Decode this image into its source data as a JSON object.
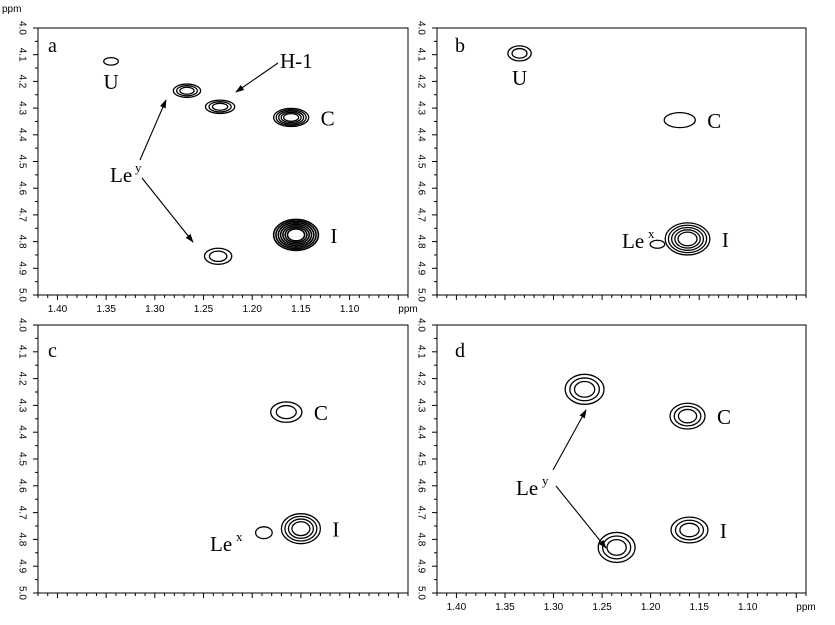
{
  "chart_data": [
    {
      "type": "contour",
      "panel": "a",
      "xlabel": "",
      "ylabel": "ppm",
      "xlim": [
        1.42,
        1.04
      ],
      "ylim": [
        4.0,
        5.0
      ],
      "x_ticks": [
        "1.40",
        "1.35",
        "1.30",
        "1.25",
        "1.20",
        "1.15",
        "1.10",
        "ppm"
      ],
      "y_ticks": [
        "4.0",
        "4.1",
        "4.2",
        "4.3",
        "4.4",
        "4.5",
        "4.6",
        "4.7",
        "4.8",
        "4.9",
        "5.0"
      ],
      "peaks": [
        {
          "label": "U",
          "x": 1.345,
          "y": 4.125,
          "rx": 0.0075,
          "ry": 0.014,
          "levels": 1
        },
        {
          "label": "",
          "x": 1.267,
          "y": 4.235,
          "rx": 0.014,
          "ry": 0.025,
          "levels": 3
        },
        {
          "label": "",
          "x": 1.233,
          "y": 4.295,
          "rx": 0.015,
          "ry": 0.025,
          "levels": 3
        },
        {
          "label": "C",
          "x": 1.16,
          "y": 4.335,
          "rx": 0.018,
          "ry": 0.034,
          "levels": 5
        },
        {
          "label": "",
          "x": 1.235,
          "y": 4.855,
          "rx": 0.014,
          "ry": 0.03,
          "levels": 2
        },
        {
          "label": "I",
          "x": 1.155,
          "y": 4.775,
          "rx": 0.023,
          "ry": 0.058,
          "levels": 7
        }
      ],
      "annotations": [
        {
          "text": "H-1",
          "sup": ""
        },
        {
          "text": "Le",
          "sup": "y"
        }
      ]
    },
    {
      "type": "contour",
      "panel": "b",
      "xlabel": "",
      "ylabel": "",
      "xlim": [
        1.42,
        1.04
      ],
      "ylim": [
        4.0,
        5.0
      ],
      "x_ticks": [],
      "y_ticks": [
        "4.0",
        "4.1",
        "4.2",
        "4.3",
        "4.4",
        "4.5",
        "4.6",
        "4.7",
        "4.8",
        "4.9",
        "5.0"
      ],
      "peaks": [
        {
          "label": "U",
          "x": 1.335,
          "y": 4.095,
          "rx": 0.012,
          "ry": 0.028,
          "levels": 2
        },
        {
          "label": "C",
          "x": 1.17,
          "y": 4.345,
          "rx": 0.016,
          "ry": 0.028,
          "levels": 1
        },
        {
          "label": "",
          "x": 1.193,
          "y": 4.81,
          "rx": 0.0075,
          "ry": 0.015,
          "levels": 1
        },
        {
          "label": "I",
          "x": 1.162,
          "y": 4.79,
          "rx": 0.023,
          "ry": 0.06,
          "levels": 5
        }
      ],
      "annotations": [
        {
          "text": "Le",
          "sup": "x"
        }
      ]
    },
    {
      "type": "contour",
      "panel": "c",
      "xlabel": "",
      "ylabel": "",
      "xlim": [
        1.42,
        1.04
      ],
      "ylim": [
        4.0,
        5.0
      ],
      "x_ticks": [],
      "y_ticks": [
        "4.0",
        "4.1",
        "4.2",
        "4.3",
        "4.4",
        "4.5",
        "4.6",
        "4.7",
        "4.8",
        "4.9",
        "5.0"
      ],
      "peaks": [
        {
          "label": "C",
          "x": 1.165,
          "y": 4.325,
          "rx": 0.016,
          "ry": 0.038,
          "levels": 2
        },
        {
          "label": "",
          "x": 1.188,
          "y": 4.775,
          "rx": 0.0085,
          "ry": 0.022,
          "levels": 1
        },
        {
          "label": "I",
          "x": 1.15,
          "y": 4.76,
          "rx": 0.02,
          "ry": 0.056,
          "levels": 4
        }
      ],
      "annotations": [
        {
          "text": "Le",
          "sup": "x"
        }
      ]
    },
    {
      "type": "contour",
      "panel": "d",
      "xlabel": "",
      "ylabel": "",
      "xlim": [
        1.42,
        1.04
      ],
      "ylim": [
        4.0,
        5.0
      ],
      "x_ticks": [
        "1.40",
        "1.35",
        "1.30",
        "1.25",
        "1.20",
        "1.15",
        "1.10",
        "ppm"
      ],
      "y_ticks": [
        "4.0",
        "4.1",
        "4.2",
        "4.3",
        "4.4",
        "4.5",
        "4.6",
        "4.7",
        "4.8",
        "4.9",
        "5.0"
      ],
      "peaks": [
        {
          "label": "",
          "x": 1.268,
          "y": 4.24,
          "rx": 0.02,
          "ry": 0.056,
          "levels": 3
        },
        {
          "label": "C",
          "x": 1.162,
          "y": 4.34,
          "rx": 0.018,
          "ry": 0.048,
          "levels": 3
        },
        {
          "label": "",
          "x": 1.235,
          "y": 4.83,
          "rx": 0.019,
          "ry": 0.056,
          "levels": 3
        },
        {
          "label": "I",
          "x": 1.16,
          "y": 4.765,
          "rx": 0.019,
          "ry": 0.048,
          "levels": 3
        }
      ],
      "annotations": [
        {
          "text": "Le",
          "sup": "y"
        }
      ]
    }
  ]
}
